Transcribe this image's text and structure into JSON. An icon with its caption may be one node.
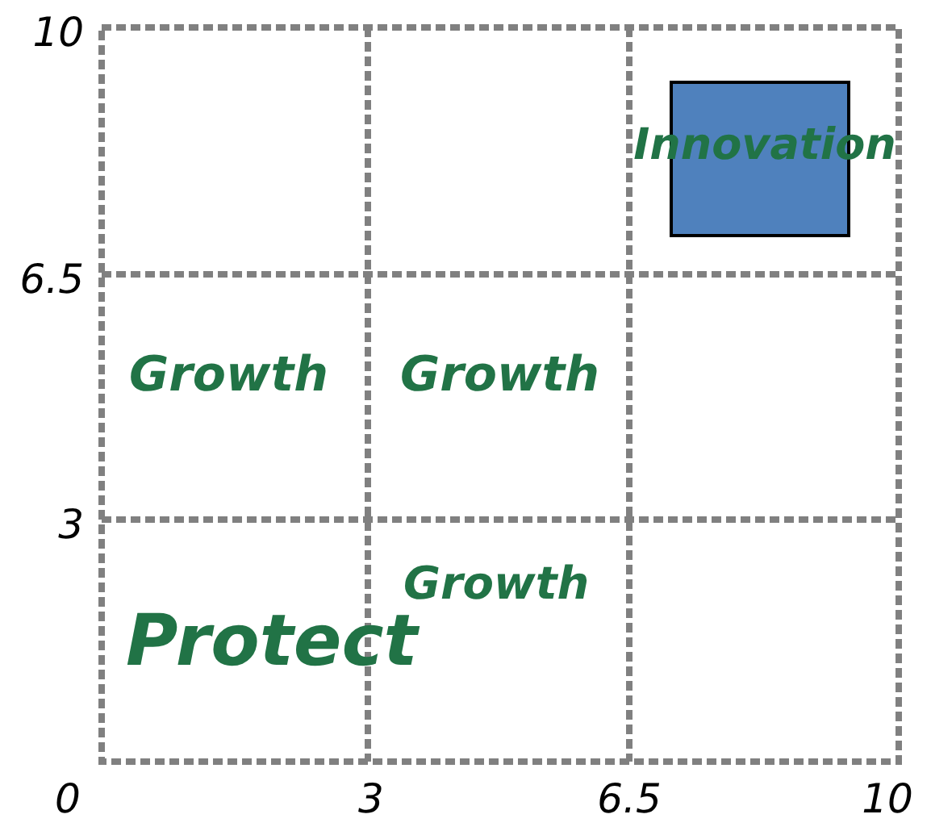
{
  "diagram": {
    "nodes": [
      {
        "text": [],
        "shape": "box"
      }
    ],
    "labels": [
      "10",
      "Innovation",
      "6.5",
      "Growth",
      "Growth",
      "3",
      "Protect",
      "Growth",
      "0",
      "3",
      "6.5",
      "10"
    ]
  }
}
